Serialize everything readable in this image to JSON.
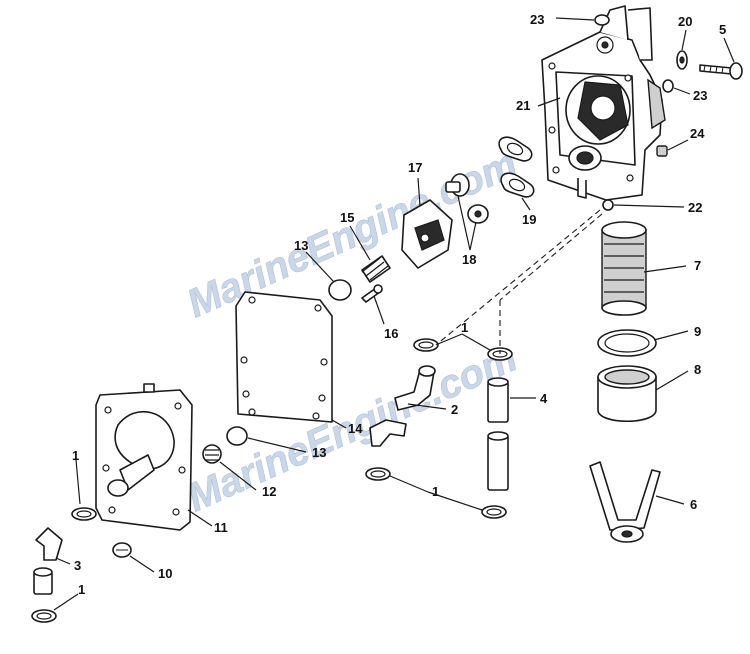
{
  "watermark": {
    "upper": "MarineEngine.com",
    "lower": "MarineEngine.com"
  },
  "callouts": {
    "c1a": "1",
    "c1b": "1",
    "c1c": "1",
    "c1d": "1",
    "c2": "2",
    "c3": "3",
    "c4": "4",
    "c5": "5",
    "c6": "6",
    "c7": "7",
    "c8": "8",
    "c9": "9",
    "c10": "10",
    "c11": "11",
    "c12": "12",
    "c13a": "13",
    "c13b": "13",
    "c14": "14",
    "c15": "15",
    "c16": "16",
    "c17": "17",
    "c18": "18",
    "c19": "19",
    "c20": "20",
    "c21": "21",
    "c22": "22",
    "c23a": "23",
    "c23b": "23",
    "c24": "24"
  }
}
